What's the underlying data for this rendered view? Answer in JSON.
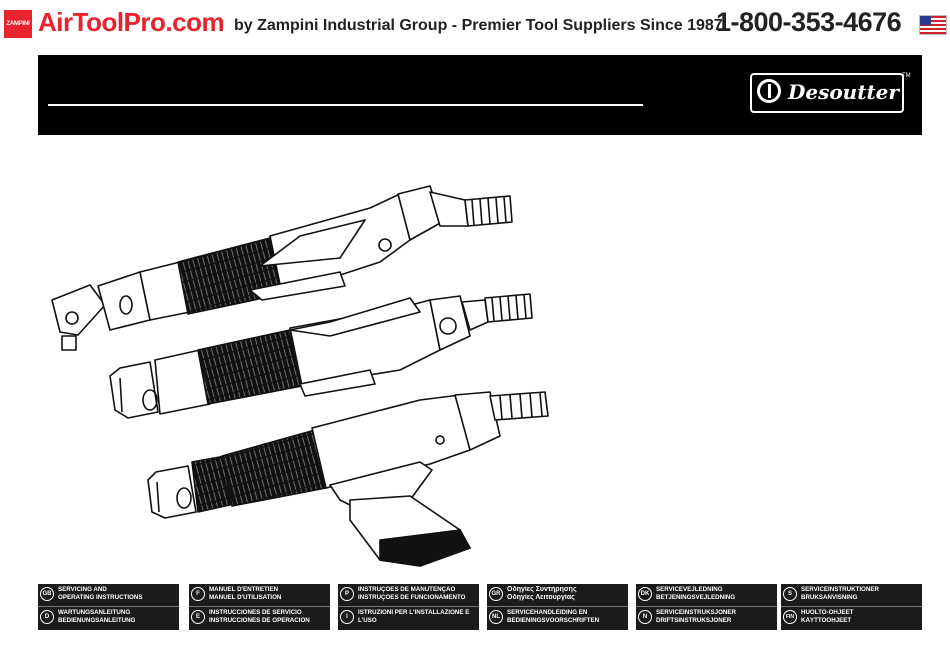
{
  "banner": {
    "zampini_logo": "ZAMPINI",
    "brand": "AirToolPro.com",
    "byline": "by Zampini Industrial Group  - Premier Tool Suppliers Since 1987",
    "phone": "1-800-353-4676",
    "flag_icon": "us-flag-icon",
    "colors": {
      "brand_red": "#e8222e",
      "dark": "#222222"
    }
  },
  "header": {
    "logo_text": "Desoutter",
    "trademark": "TM",
    "logo_icon": "desoutter-cp-logo-icon"
  },
  "illustration": {
    "icon": "screwdriver-tools-illustration"
  },
  "languages": [
    {
      "rows": [
        {
          "code": "GB",
          "line1": "Servicing and",
          "line2": "Operating Instructions"
        },
        {
          "code": "D",
          "line1": "Wartungsanleitung",
          "line2": "Bedienungsanleitung"
        }
      ]
    },
    {
      "rows": [
        {
          "code": "F",
          "line1": "Manuel d'entretien",
          "line2": "Manuel d'utilisation"
        },
        {
          "code": "E",
          "line1": "Instrucciones de Servicio",
          "line2": "Instrucciones de Operación"
        }
      ]
    },
    {
      "rows": [
        {
          "code": "P",
          "line1": "Instruções de Manutenção",
          "line2": "Instruções de Funcionamento"
        },
        {
          "code": "I",
          "line1": "Istruzioni per l'installazione e",
          "line2": "l'uso"
        }
      ]
    },
    {
      "rows": [
        {
          "code": "GR",
          "line1": "Οδηγίες Συντήρησης",
          "line2": "Οδηγίες Λειτουργίας"
        },
        {
          "code": "NL",
          "line1": "Servicehandleiding en",
          "line2": "Bedieningsvoorschriften"
        }
      ]
    },
    {
      "rows": [
        {
          "code": "DK",
          "line1": "Servicevejledning",
          "line2": "Betjeningsvejledning"
        },
        {
          "code": "N",
          "line1": "Serviceinstruksjoner",
          "line2": "Driftsinstruksjoner"
        }
      ]
    },
    {
      "rows": [
        {
          "code": "S",
          "line1": "Serviceinstruktioner",
          "line2": "Bruksanvisning"
        },
        {
          "code": "FIN",
          "line1": "Huolto-ohjeet",
          "line2": "Käyttöohjeet"
        }
      ]
    }
  ]
}
